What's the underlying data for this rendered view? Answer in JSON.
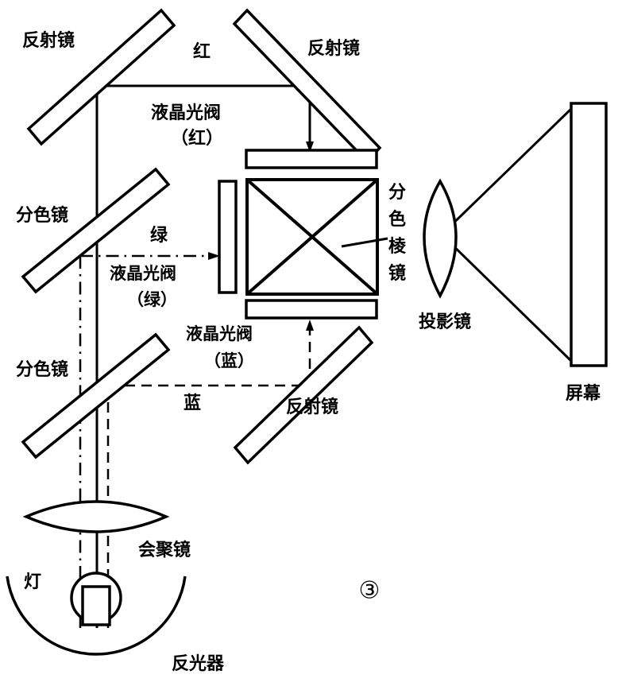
{
  "figure": {
    "number_label": "③",
    "background_color": "#ffffff",
    "stroke_color": "#000000"
  },
  "labels": {
    "mirror_top_left": "反射镜",
    "mirror_top_right": "反射镜",
    "mirror_bottom_right": "反射镜",
    "dichroic_mirror_upper": "分色镜",
    "dichroic_mirror_lower": "分色镜",
    "red_beam": "红",
    "green_beam": "绿",
    "blue_beam": "蓝",
    "lcd_valve_red": "液晶光阀",
    "lcd_valve_red_paren": "（红）",
    "lcd_valve_green": "液晶光阀",
    "lcd_valve_green_paren": "（绿）",
    "lcd_valve_blue": "液晶光阀",
    "lcd_valve_blue_paren": "（蓝）",
    "dichroic_prism_line1": "分",
    "dichroic_prism_line2": "色",
    "dichroic_prism_line3": "棱",
    "dichroic_prism_line4": "镜",
    "projection_lens": "投影镜",
    "screen": "屏幕",
    "condenser_lens": "会聚镜",
    "lamp": "灯",
    "reflector": "反光器"
  },
  "components": {
    "mirrors": [
      {
        "name": "mirror-top-left",
        "kind": "plane-mirror",
        "orientation": "positive-slope"
      },
      {
        "name": "mirror-top-right",
        "kind": "plane-mirror",
        "orientation": "negative-slope"
      },
      {
        "name": "dichroic-upper",
        "kind": "dichroic-mirror",
        "orientation": "positive-slope"
      },
      {
        "name": "dichroic-lower",
        "kind": "dichroic-mirror",
        "orientation": "positive-slope"
      },
      {
        "name": "mirror-bottom-right",
        "kind": "plane-mirror",
        "orientation": "positive-slope"
      }
    ],
    "valves": [
      {
        "name": "lcd-valve-red",
        "position": "top-of-prism",
        "orientation": "horizontal"
      },
      {
        "name": "lcd-valve-green",
        "position": "left-of-prism",
        "orientation": "vertical"
      },
      {
        "name": "lcd-valve-blue",
        "position": "bottom-of-prism",
        "orientation": "horizontal"
      }
    ],
    "prism": {
      "name": "dichroic-prism",
      "shape": "square-with-both-diagonals"
    },
    "lens_projection": {
      "name": "projection-lens",
      "shape": "biconvex"
    },
    "lens_condenser": {
      "name": "condenser-lens",
      "shape": "biconvex"
    },
    "screen": {
      "name": "screen",
      "shape": "tall-rectangle"
    },
    "lamp": {
      "name": "lamp",
      "shape": "circle-with-filament"
    },
    "reflector": {
      "name": "reflector",
      "shape": "parabolic-arc"
    }
  },
  "beams": {
    "red": {
      "style": "solid",
      "label": "红"
    },
    "green": {
      "style": "dash-dot",
      "label": "绿"
    },
    "blue": {
      "style": "dashed",
      "label": "蓝"
    },
    "white": {
      "style": "solid",
      "label": ""
    }
  }
}
